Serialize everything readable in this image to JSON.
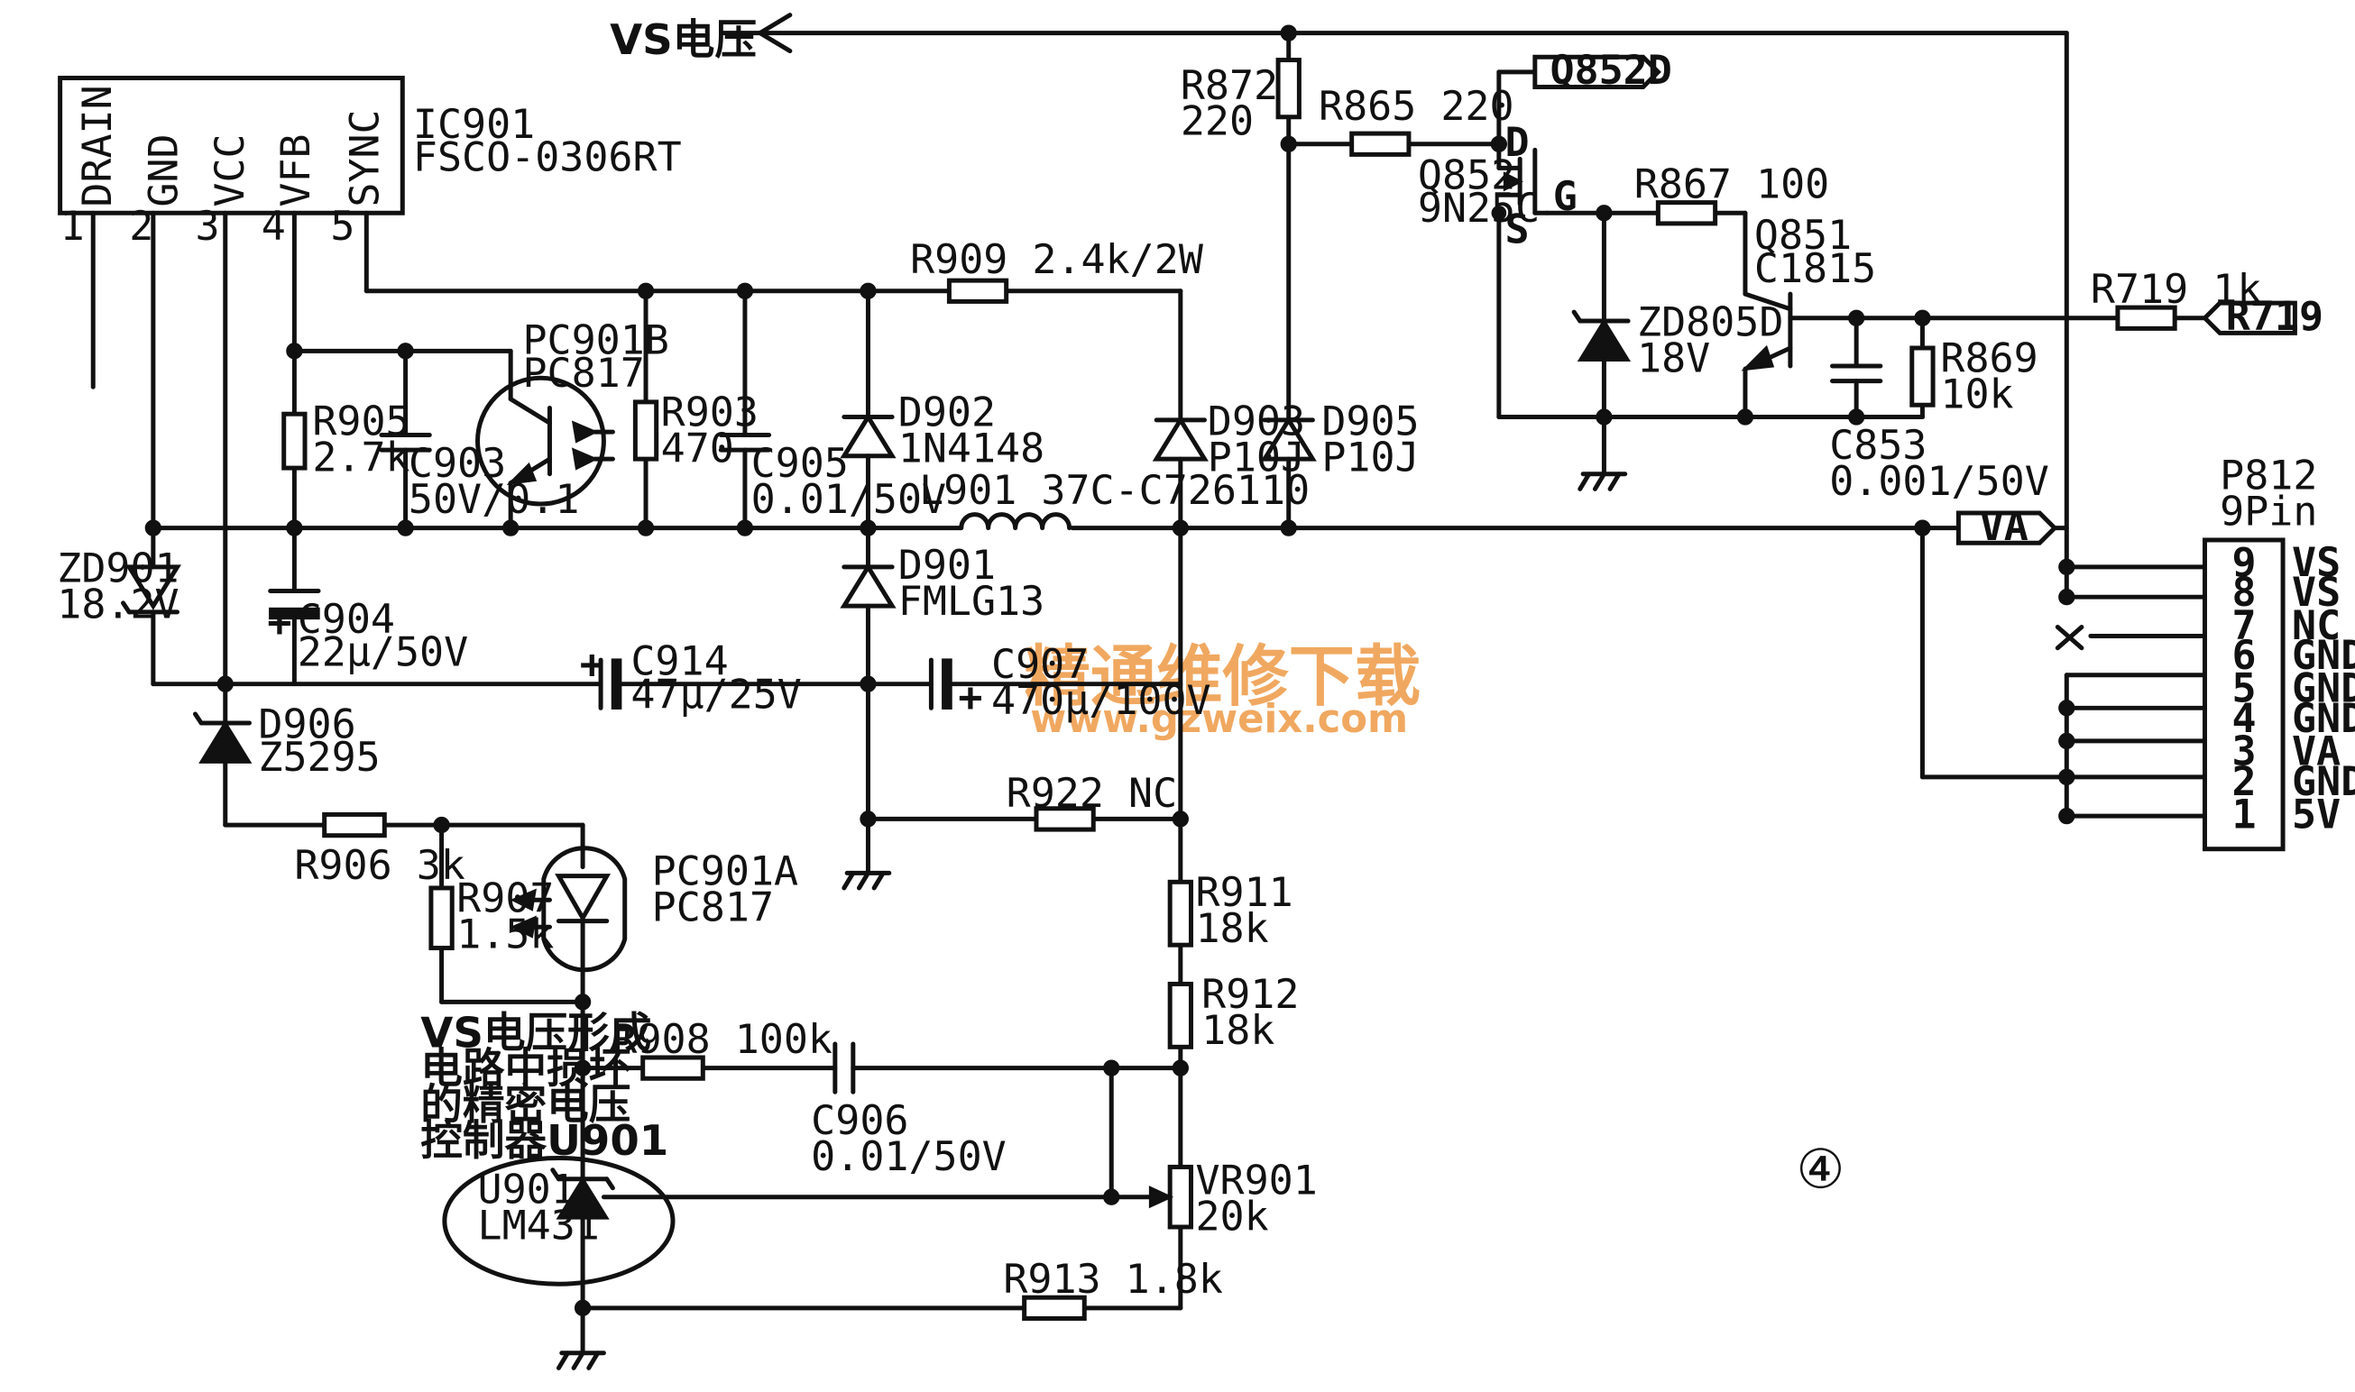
{
  "diagram": {
    "top_label": "VS电压",
    "figure_number": "④",
    "annotation_lines": [
      "VS电压形成",
      "电路中损坏",
      "的精密电压",
      "控制器U901"
    ],
    "watermark": {
      "cn": "精通维修下载",
      "url": "www.gzweix.com"
    }
  },
  "ic": {
    "ref": "IC901",
    "part": "FSCO-0306RT",
    "pins": [
      {
        "num": "1",
        "name": "DRAIN"
      },
      {
        "num": "2",
        "name": "GND"
      },
      {
        "num": "3",
        "name": "VCC"
      },
      {
        "num": "4",
        "name": "VFB"
      },
      {
        "num": "5",
        "name": "SYNC"
      }
    ]
  },
  "components": {
    "R872": {
      "ref": "R872",
      "value": "220"
    },
    "R865": {
      "ref": "R865",
      "value": "220",
      "full": "R865 220"
    },
    "Q852": {
      "ref": "Q852",
      "part": "9N25C",
      "d": "D",
      "g": "G",
      "s": "S"
    },
    "R867": {
      "ref": "R867",
      "value": "100",
      "full": "R867 100"
    },
    "Q851": {
      "ref": "Q851",
      "part": "C1815"
    },
    "R719": {
      "full": "R719 1k"
    },
    "ZD805D": {
      "ref": "ZD805D",
      "value": "18V"
    },
    "R869": {
      "ref": "R869",
      "value": "10k"
    },
    "C853": {
      "ref": "C853",
      "value": "0.001/50V"
    },
    "R909": {
      "full": "R909 2.4k/2W"
    },
    "PC901B": {
      "ref": "PC901B",
      "part": "PC817"
    },
    "R905": {
      "ref": "R905",
      "value": "2.7k"
    },
    "C903": {
      "ref": "C903",
      "value": "50V/0.1"
    },
    "R903": {
      "ref": "R903",
      "value": "470"
    },
    "C905": {
      "ref": "C905",
      "value": "0.01/50V"
    },
    "D902": {
      "ref": "D902",
      "value": "1N4148"
    },
    "D903": {
      "ref": "D903",
      "value": "P10J"
    },
    "D905": {
      "ref": "D905",
      "value": "P10J"
    },
    "L901": {
      "full": "L901 37C-C726110"
    },
    "ZD901": {
      "ref": "ZD901",
      "value": "18.2V"
    },
    "C904": {
      "ref": "C904",
      "value": "22μ/50V"
    },
    "D901": {
      "ref": "D901",
      "value": "FMLG13"
    },
    "C914": {
      "ref": "C914",
      "value": "47μ/25V"
    },
    "C907": {
      "ref": "C907",
      "value": "470μ/100V"
    },
    "D906": {
      "ref": "D906",
      "value": "Z5295"
    },
    "R922": {
      "full": "R922 NC"
    },
    "R906": {
      "full": "R906 3k"
    },
    "R907": {
      "ref": "R907",
      "value": "1.5k"
    },
    "PC901A": {
      "ref": "PC901A",
      "part": "PC817"
    },
    "R911": {
      "ref": "R911",
      "value": "18k"
    },
    "R912": {
      "ref": "R912",
      "value": "18k"
    },
    "R908": {
      "full": "R908 100k"
    },
    "C906": {
      "ref": "C906",
      "value": "0.01/50V"
    },
    "U901": {
      "ref": "U901",
      "part": "LM431"
    },
    "VR901": {
      "ref": "VR901",
      "value": "20k"
    },
    "R913": {
      "full": "R913 1.8k"
    }
  },
  "net_tags": {
    "q852d": "Q852D",
    "r719": "R719",
    "va": "VA"
  },
  "connector": {
    "ref": "P812",
    "type": "9Pin",
    "pins": [
      {
        "num": "9",
        "name": "VS"
      },
      {
        "num": "8",
        "name": "VS"
      },
      {
        "num": "7",
        "name": "NC"
      },
      {
        "num": "6",
        "name": "GND"
      },
      {
        "num": "5",
        "name": "GND"
      },
      {
        "num": "4",
        "name": "GND"
      },
      {
        "num": "3",
        "name": "VA"
      },
      {
        "num": "2",
        "name": "GND"
      },
      {
        "num": "1",
        "name": "5V"
      }
    ]
  }
}
